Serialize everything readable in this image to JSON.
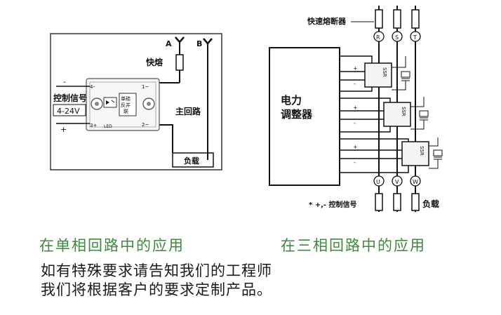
{
  "single_phase": {
    "terminal_a": "A",
    "terminal_b": "B",
    "fuse_label": "快熔",
    "control_signal_label": "控制信号",
    "voltage_label": "4-24V",
    "minus_sign": "-",
    "plus_sign": "+",
    "pin1": "1~",
    "pin2": "2~",
    "pin3": "3+",
    "pin4": "4-",
    "led_label": "LED",
    "scr_label_line1": "单硅",
    "scr_label_line2": "反并",
    "scr_label_line3": "联",
    "main_circuit_label": "主回路",
    "load_label": "负载"
  },
  "three_phase": {
    "fast_fuse_label": "快速熔断器",
    "phase_r": "R",
    "phase_s": "S",
    "phase_t": "T",
    "phase_u": "U",
    "phase_v": "V",
    "phase_w": "W",
    "regulator_line1": "电力",
    "regulator_line2": "调整器",
    "ssr_label": "SSR",
    "control_signal_note": "* +,- 控制信号",
    "load_label": "负载",
    "plus_sign": "+",
    "minus_sign": "-"
  },
  "captions": {
    "single_phase": "在单相回路中的应用",
    "three_phase": "在三相回路中的应用"
  },
  "notes": {
    "line1": "如有特殊要求请告知我们的工程师",
    "line2": "我们将根据客户的要求定制产品。"
  }
}
